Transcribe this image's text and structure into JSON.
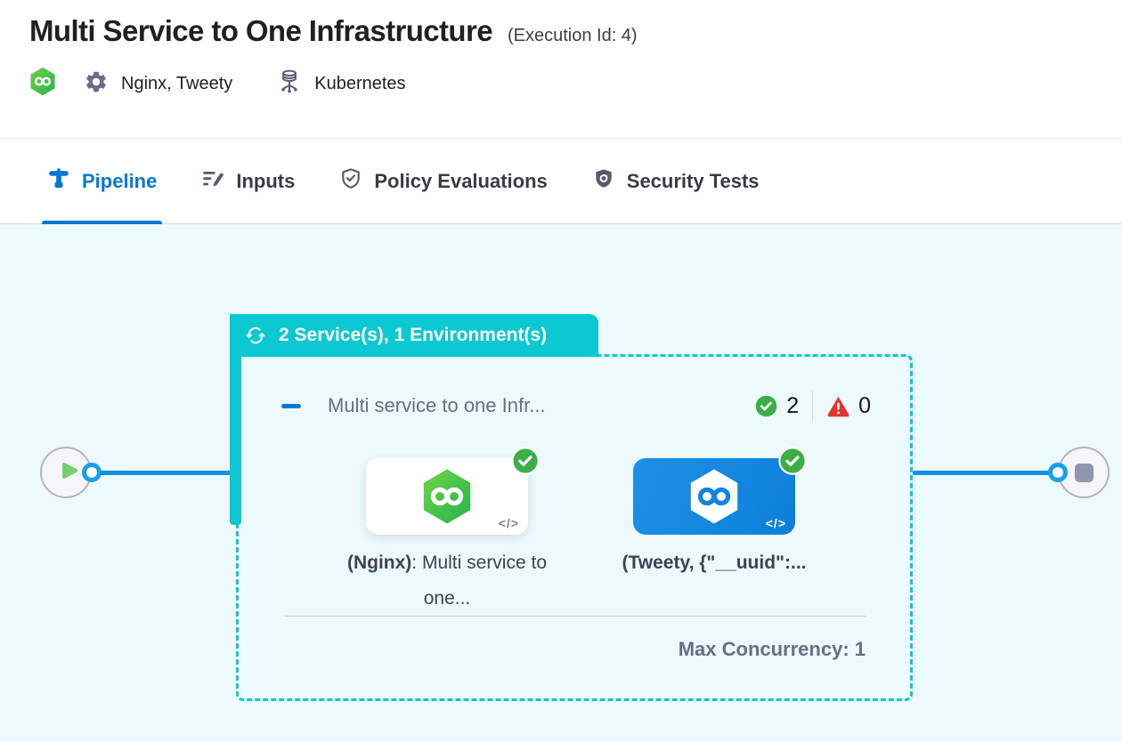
{
  "header": {
    "title": "Multi Service to One Infrastructure",
    "execution_id": "(Execution Id: 4)",
    "services_label": "Nginx, Tweety",
    "infrastructure_label": "Kubernetes"
  },
  "tabs": [
    {
      "label": "Pipeline",
      "icon": "pipeline-icon",
      "active": true
    },
    {
      "label": "Inputs",
      "icon": "inputs-icon",
      "active": false
    },
    {
      "label": "Policy Evaluations",
      "icon": "shield-check-icon",
      "active": false
    },
    {
      "label": "Security Tests",
      "icon": "shield-gear-icon",
      "active": false
    }
  ],
  "pipeline": {
    "stage_badge_label": "2 Service(s), 1 Environment(s)",
    "stage_name": "Multi service to one Infr...",
    "success_count": "2",
    "failed_count": "0",
    "services": [
      {
        "label_bold": "(Nginx)",
        "label_rest": ": Multi service to one...",
        "variant": "white",
        "status": "success"
      },
      {
        "label_bold": "(Tweety, {\"__uuid\":...",
        "label_rest": "",
        "variant": "blue",
        "status": "success"
      }
    ],
    "max_concurrency_label": "Max Concurrency: 1",
    "code_glyph": "</>"
  },
  "icons": {
    "header_logo": "harness-logo-icon",
    "services": "gear-icon",
    "infrastructure": "kubernetes-icon",
    "badge": "loop-icon",
    "start": "play-icon",
    "end": "stop-icon",
    "success": "check-circle-icon",
    "failure": "warning-triangle-icon"
  },
  "colors": {
    "teal": "#0bc8d2",
    "accent_blue": "#0278d5",
    "line_blue": "#0a93e9",
    "success_green": "#3dae46",
    "error_red": "#e4342c",
    "canvas_bg": "#ecf9fd",
    "logo_green": "#42c62f"
  }
}
